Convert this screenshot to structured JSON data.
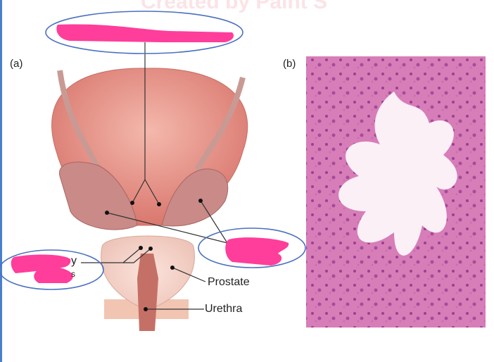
{
  "watermark": "Created by Paint S",
  "panels": {
    "a": "(a)",
    "b": "(b)"
  },
  "labels": {
    "prostate": "Prostate",
    "urethra": "Urethra",
    "partial_left_1": "y",
    "partial_left_2": "s"
  },
  "colors": {
    "redaction": "#ff3d9a",
    "circle": "#4a6fc0",
    "edge": "#4a7fd0"
  }
}
